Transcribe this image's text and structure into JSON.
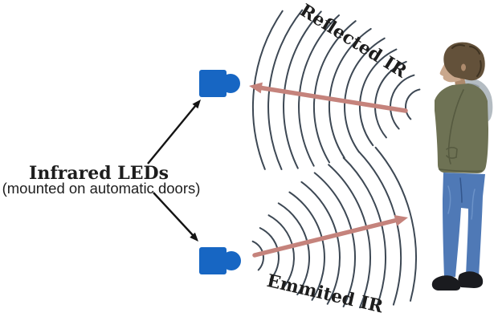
{
  "diagram": {
    "label_main": "Infrared LEDs",
    "label_sub": "(mounted on automatic doors)",
    "label_reflected": "Reflected IR",
    "label_emitted": "Emmited IR",
    "colors": {
      "background": "#ffffff",
      "led": "#1766c3",
      "wave": "#3d4854",
      "beam": "#c5837c",
      "pointer": "#141414",
      "text": "#1d1d1d",
      "person_hair": "#63513a",
      "person_skin": "#c9a78c",
      "person_hood": "#b4bcc2",
      "person_jacket": "#6e7254",
      "person_jeans": "#4f79b6",
      "person_shoes": "#1a1b1f"
    },
    "person": {
      "alt": "man standing in profile facing left wearing green hooded jacket and blue jeans"
    }
  }
}
